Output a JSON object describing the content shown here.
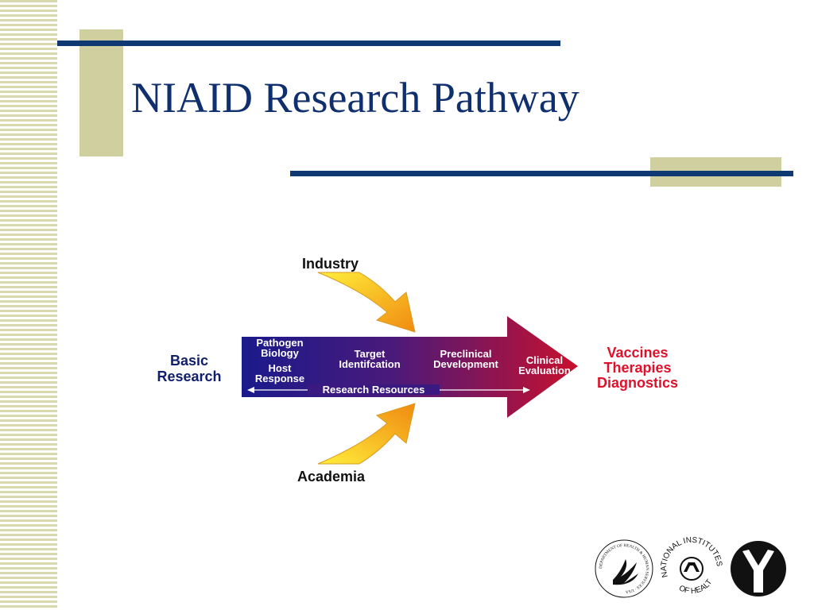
{
  "slide": {
    "title": "NIAID Research Pathway"
  },
  "diagram": {
    "industry": "Industry",
    "academia": "Academia",
    "basic_research": [
      "Basic",
      "Research"
    ],
    "stages": [
      [
        "Pathogen",
        "Biology"
      ],
      [
        "Host",
        "Response"
      ],
      [
        "Target",
        "Identifcation"
      ],
      [
        "Preclinical",
        "Development"
      ],
      [
        "Clinical",
        "Evaluation"
      ]
    ],
    "research_resources": "Research Resources",
    "outcomes": [
      "Vaccines",
      "Therapies",
      "Diagnostics"
    ]
  },
  "logos": {
    "hhs_ring_text": "DEPARTMENT OF HEALTH & HUMAN SERVICES · USA",
    "nih_ring_text_top": "NATIONAL INSTITUTES",
    "nih_ring_text_bottom": "OF HEALTH"
  },
  "colors": {
    "navy_line": "#0f3972",
    "tan": "#cfcf9f",
    "arrow_start": "#1a1a8c",
    "arrow_end": "#c8102e",
    "outcome_red": "#e0102a",
    "basic_navy": "#10206e"
  }
}
